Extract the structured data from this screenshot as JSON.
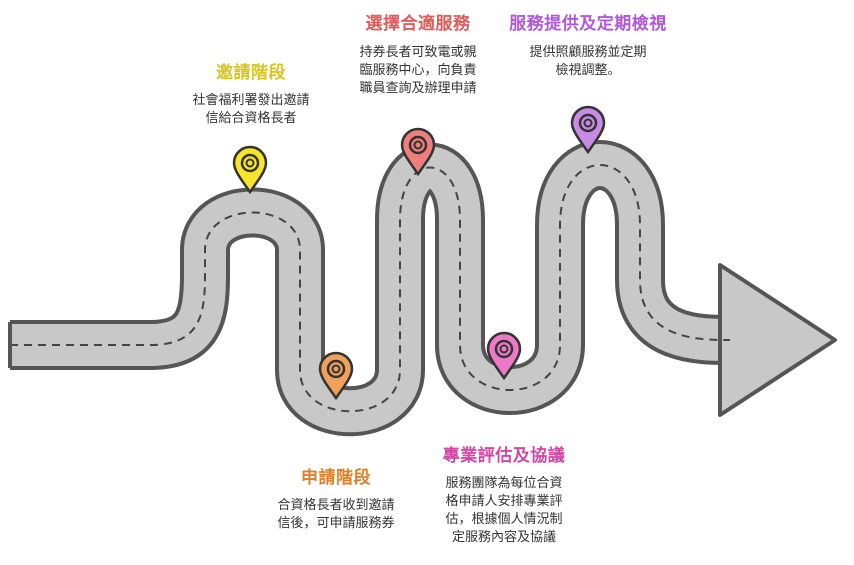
{
  "colors": {
    "road_fill": "#c8c8c8",
    "road_edge": "#555555",
    "road_dash": "#444444"
  },
  "stages": [
    {
      "title": "邀請階段",
      "description": "社會福利署發出邀請\n信給合資格長者",
      "color": "#d9c520",
      "pin_color": "#f6e52a",
      "icon": "location-pin-icon"
    },
    {
      "title": "申請階段",
      "description": "合資格長者收到邀請\n信後，可申請服務券",
      "color": "#e07f2a",
      "pin_color": "#f1a05b",
      "icon": "location-pin-icon"
    },
    {
      "title": "選擇合適服務",
      "description": "持券長者可致電或親\n臨服務中心，向負責\n職員查詢及辦理申請",
      "color": "#e05a5a",
      "pin_color": "#ef7f7c",
      "icon": "location-pin-icon"
    },
    {
      "title": "專業評估及協議",
      "description": "服務團隊為每位合資\n格申請人安排專業評\n估，根據個人情況制\n定服務內容及協議",
      "color": "#d246a6",
      "pin_color": "#ec7ac8",
      "icon": "location-pin-icon"
    },
    {
      "title": "服務提供及定期檢視",
      "description": "提供照顧服務並定期\n檢視調整。",
      "color": "#b058d8",
      "pin_color": "#c98ae6",
      "icon": "location-pin-icon"
    }
  ]
}
